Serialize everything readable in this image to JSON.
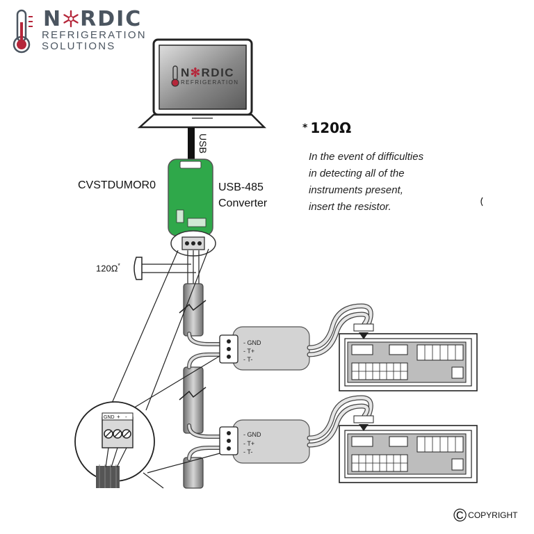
{
  "logo": {
    "word_left": "N",
    "word_right": "RDIC",
    "line2": "REFRIGERATION",
    "line3": "SOLUTIONS",
    "screen_word_left": "N",
    "screen_word_right": "RDIC",
    "screen_line2": "REFRIGERATION"
  },
  "laptop": {
    "cable_label": "USB"
  },
  "converter": {
    "code": "CVSTDUMOR0",
    "name_line1": "USB-485",
    "name_line2": "Converter"
  },
  "resistor": {
    "value_label": "120Ω",
    "heading_star": "*",
    "heading_value": "120Ω",
    "note_lines": [
      "In the event of difficulties",
      "in detecting all of the",
      "instruments present,",
      "insert the resistor."
    ]
  },
  "zoom_terminal": {
    "gnd": "GND",
    "plus": "+",
    "minus": "-"
  },
  "controller_1": {
    "gnd": "GND",
    "tplus": "T+",
    "tminus": "T-"
  },
  "controller_2": {
    "gnd": "GND",
    "tplus": "T+",
    "tminus": "T-"
  },
  "footer": {
    "copyright_symbol": "©",
    "copyright_text": "COPYRIGHT"
  },
  "colors": {
    "logo_red": "#b5263a",
    "logo_grey": "#4b5560",
    "converter_green": "#2fa84a",
    "module_grey": "#d3d3d3"
  }
}
